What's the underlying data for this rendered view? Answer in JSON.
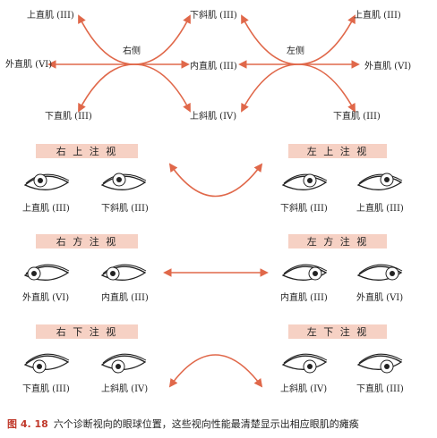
{
  "top_diagram": {
    "right": {
      "side_label": "右侧",
      "upper_left": "上直肌 (III)",
      "upper_right": "下斜肌 (III)",
      "left": "外直肌 (VI)",
      "right": "内直肌 (III)",
      "lower_left": "下直肌 (III)",
      "lower_right": "上斜肌 (IV)"
    },
    "left": {
      "side_label": "左侧",
      "upper_right": "上直肌 (III)",
      "right": "外直肌 (VI)",
      "lower_right": "下直肌 (III)"
    }
  },
  "gaze_rows": [
    {
      "left_header": "右 上 注 视",
      "right_header": "左 上 注 视",
      "labels": [
        "上直肌 (III)",
        "下斜肌 (III)",
        "下斜肌 (III)",
        "上直肌 (III)"
      ]
    },
    {
      "left_header": "右 方 注 视",
      "right_header": "左 方 注 视",
      "labels": [
        "外直肌 (VI)",
        "内直肌 (III)",
        "内直肌 (III)",
        "外直肌 (VI)"
      ]
    },
    {
      "left_header": "右 下 注 视",
      "right_header": "左 下 注 视",
      "labels": [
        "下直肌 (III)",
        "上斜肌 (IV)",
        "上斜肌 (IV)",
        "下直肌 (III)"
      ]
    }
  ],
  "caption": {
    "number": "图 4. 18",
    "text": "六个诊断视向的眼球位置，这些视向性能最清楚显示出相应眼肌的瘫痪"
  },
  "colors": {
    "arrow": "#e0684a",
    "header_bg": "#f6d1c4",
    "caption_number": "#c0392b"
  }
}
